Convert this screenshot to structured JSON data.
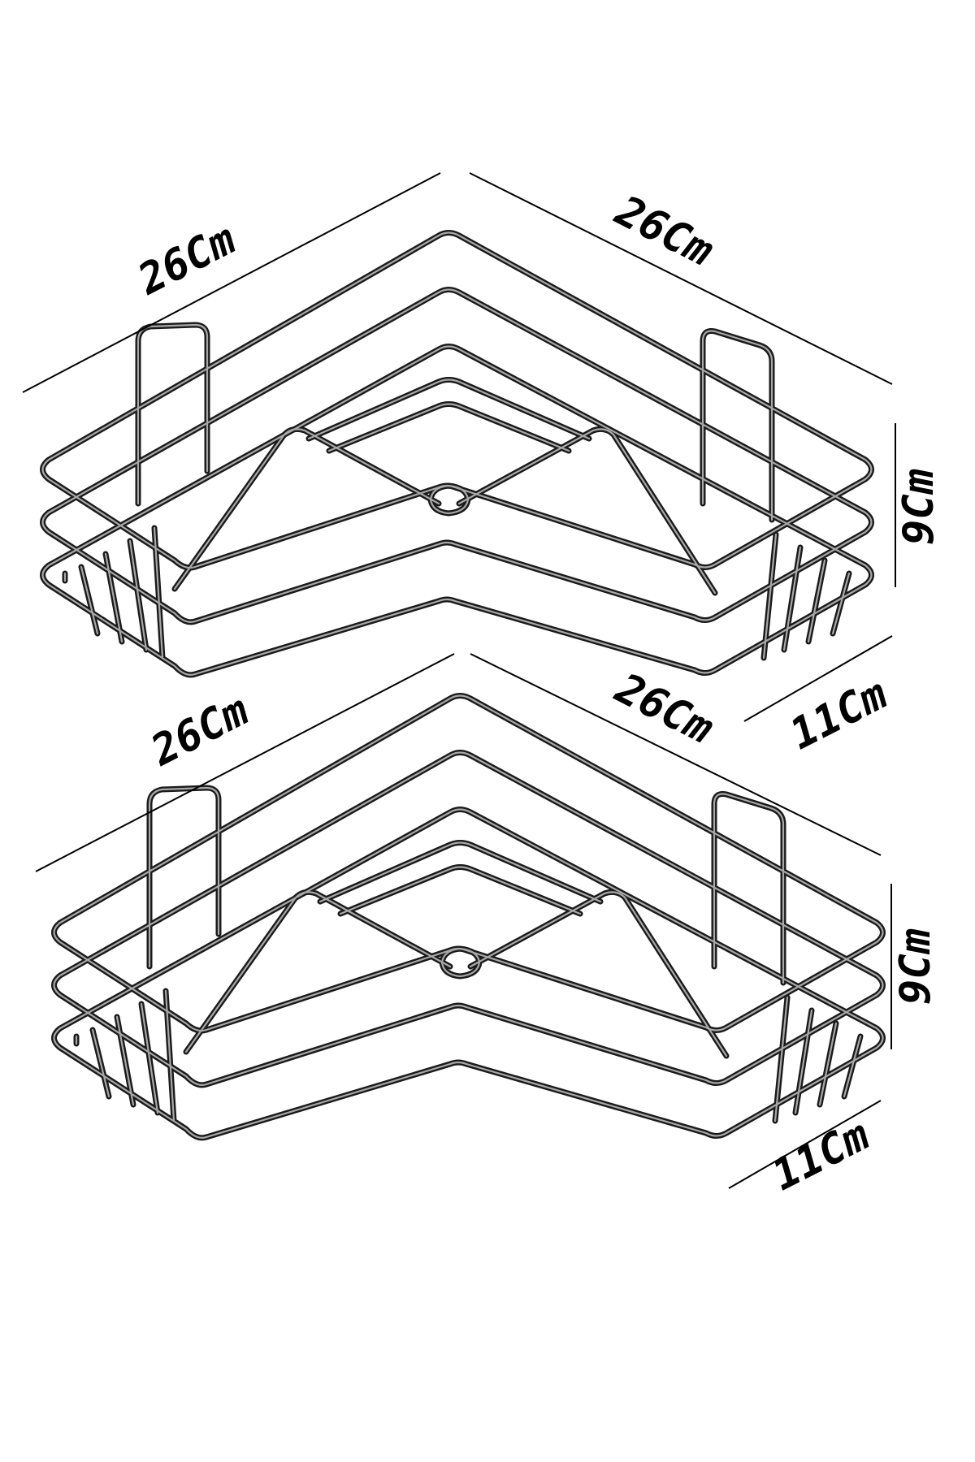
{
  "colors": {
    "wire": "#1a1a1a",
    "wire_highlight": "#a8a8a8",
    "dimension": "#000000",
    "background": "#ffffff"
  },
  "shelves": [
    {
      "name": "top-shelf",
      "dims": {
        "left": "26Cm",
        "right": "26Cm",
        "height": "9Cm",
        "depth": "11Cm"
      }
    },
    {
      "name": "bottom-shelf",
      "dims": {
        "left": "26Cm",
        "right": "26Cm",
        "height": "9Cm",
        "depth": "11Cm"
      }
    }
  ]
}
